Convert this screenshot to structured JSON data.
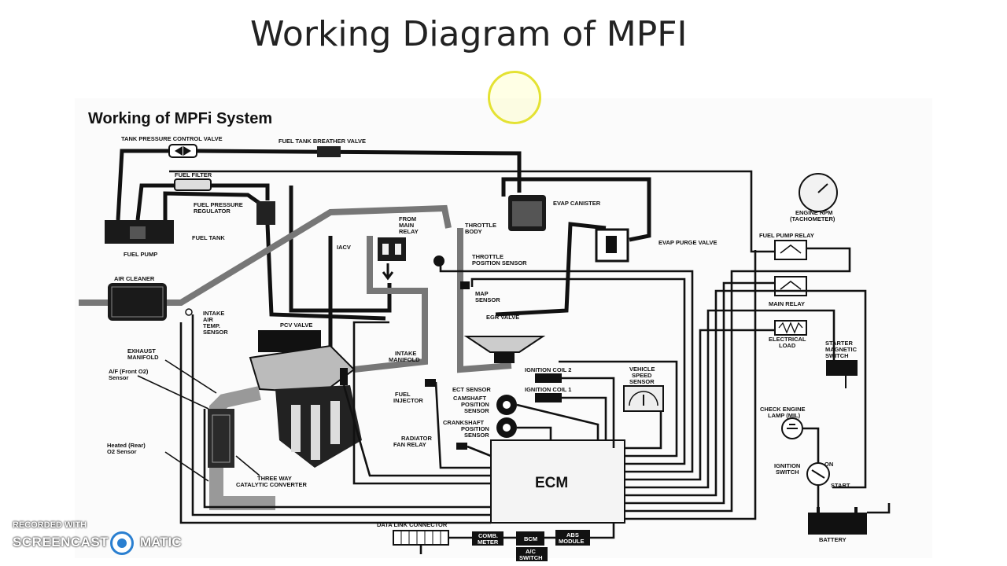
{
  "slide": {
    "title": "Working Diagram of MPFI"
  },
  "diagram": {
    "heading": "Working of MPFi System",
    "labels": {
      "tank_pressure_control_valve": "TANK PRESSURE CONTROL VALVE",
      "fuel_tank_breather_valve": "FUEL TANK BREATHER VALVE",
      "fuel_filter": "FUEL FILTER",
      "fuel_pressure_regulator_1": "FUEL PRESSURE",
      "fuel_pressure_regulator_2": "REGULATOR",
      "fuel_tank": "FUEL TANK",
      "fuel_pump": "FUEL PUMP",
      "air_cleaner": "AIR CLEANER",
      "intake_air_temp_1": "INTAKE",
      "intake_air_temp_2": "AIR",
      "intake_air_temp_3": "TEMP.",
      "intake_air_temp_4": "SENSOR",
      "exhaust_manifold_1": "EXHAUST",
      "exhaust_manifold_2": "MANIFOLD",
      "af_sensor_1": "A/F (Front O2)",
      "af_sensor_2": "Sensor",
      "heated_o2_1": "Heated (Rear)",
      "heated_o2_2": "O2 Sensor",
      "three_way_1": "THREE WAY",
      "three_way_2": "CATALYTIC CONVERTER",
      "pcv_valve": "PCV VALVE",
      "iacv": "IACV",
      "from_main_relay_1": "FROM",
      "from_main_relay_2": "MAIN",
      "from_main_relay_3": "RELAY",
      "throttle_body_1": "THROTTLE",
      "throttle_body_2": "BODY",
      "throttle_position_1": "THROTTLE",
      "throttle_position_2": "POSITION SENSOR",
      "map_sensor_1": "MAP",
      "map_sensor_2": "SENSOR",
      "intake_manifold_1": "INTAKE",
      "intake_manifold_2": "MANIFOLD",
      "egr_valve": "EGR VALVE",
      "evap_canister": "EVAP CANISTER",
      "evap_purge_valve": "EVAP PURGE VALVE",
      "fuel_injector_1": "FUEL",
      "fuel_injector_2": "INJECTOR",
      "ect_sensor": "ECT SENSOR",
      "ignition_coil_2": "IGNITION COIL 2",
      "ignition_coil_1": "IGNITION COIL 1",
      "camshaft_1": "CAMSHAFT",
      "camshaft_2": "POSITION",
      "camshaft_3": "SENSOR",
      "crankshaft_1": "CRANKSHAFT",
      "crankshaft_2": "POSITION",
      "crankshaft_3": "SENSOR",
      "radiator_fan_1": "RADIATOR",
      "radiator_fan_2": "FAN RELAY",
      "vehicle_speed_1": "VEHICLE",
      "vehicle_speed_2": "SPEED",
      "vehicle_speed_3": "SENSOR",
      "ecm": "ECM",
      "engine_rpm_1": "ENGINE RPM",
      "engine_rpm_2": "(TACHOMETER)",
      "fuel_pump_relay": "FUEL PUMP RELAY",
      "main_relay": "MAIN RELAY",
      "electrical_load_1": "ELECTRICAL",
      "electrical_load_2": "LOAD",
      "starter_1": "STARTER",
      "starter_2": "MAGNETIC",
      "starter_3": "SWITCH",
      "check_engine_1": "CHECK ENGINE",
      "check_engine_2": "LAMP (MIL)",
      "ignition_switch_1": "IGNITION",
      "ignition_switch_2": "SWITCH",
      "on": "ON",
      "start": "START",
      "battery": "BATTERY",
      "data_link_connector": "DATA LINK CONNECTOR",
      "combi_meter_1": "COMB.",
      "combi_meter_2": "METER",
      "bcm": "BCM",
      "abs_module_1": "ABS",
      "abs_module_2": "MODULE",
      "ac_switch_1": "A/C",
      "ac_switch_2": "SWITCH"
    }
  },
  "watermark": {
    "recorded_with": "RECORDED WITH",
    "brand_left": "SCREENCAST",
    "brand_right": "MATIC"
  }
}
